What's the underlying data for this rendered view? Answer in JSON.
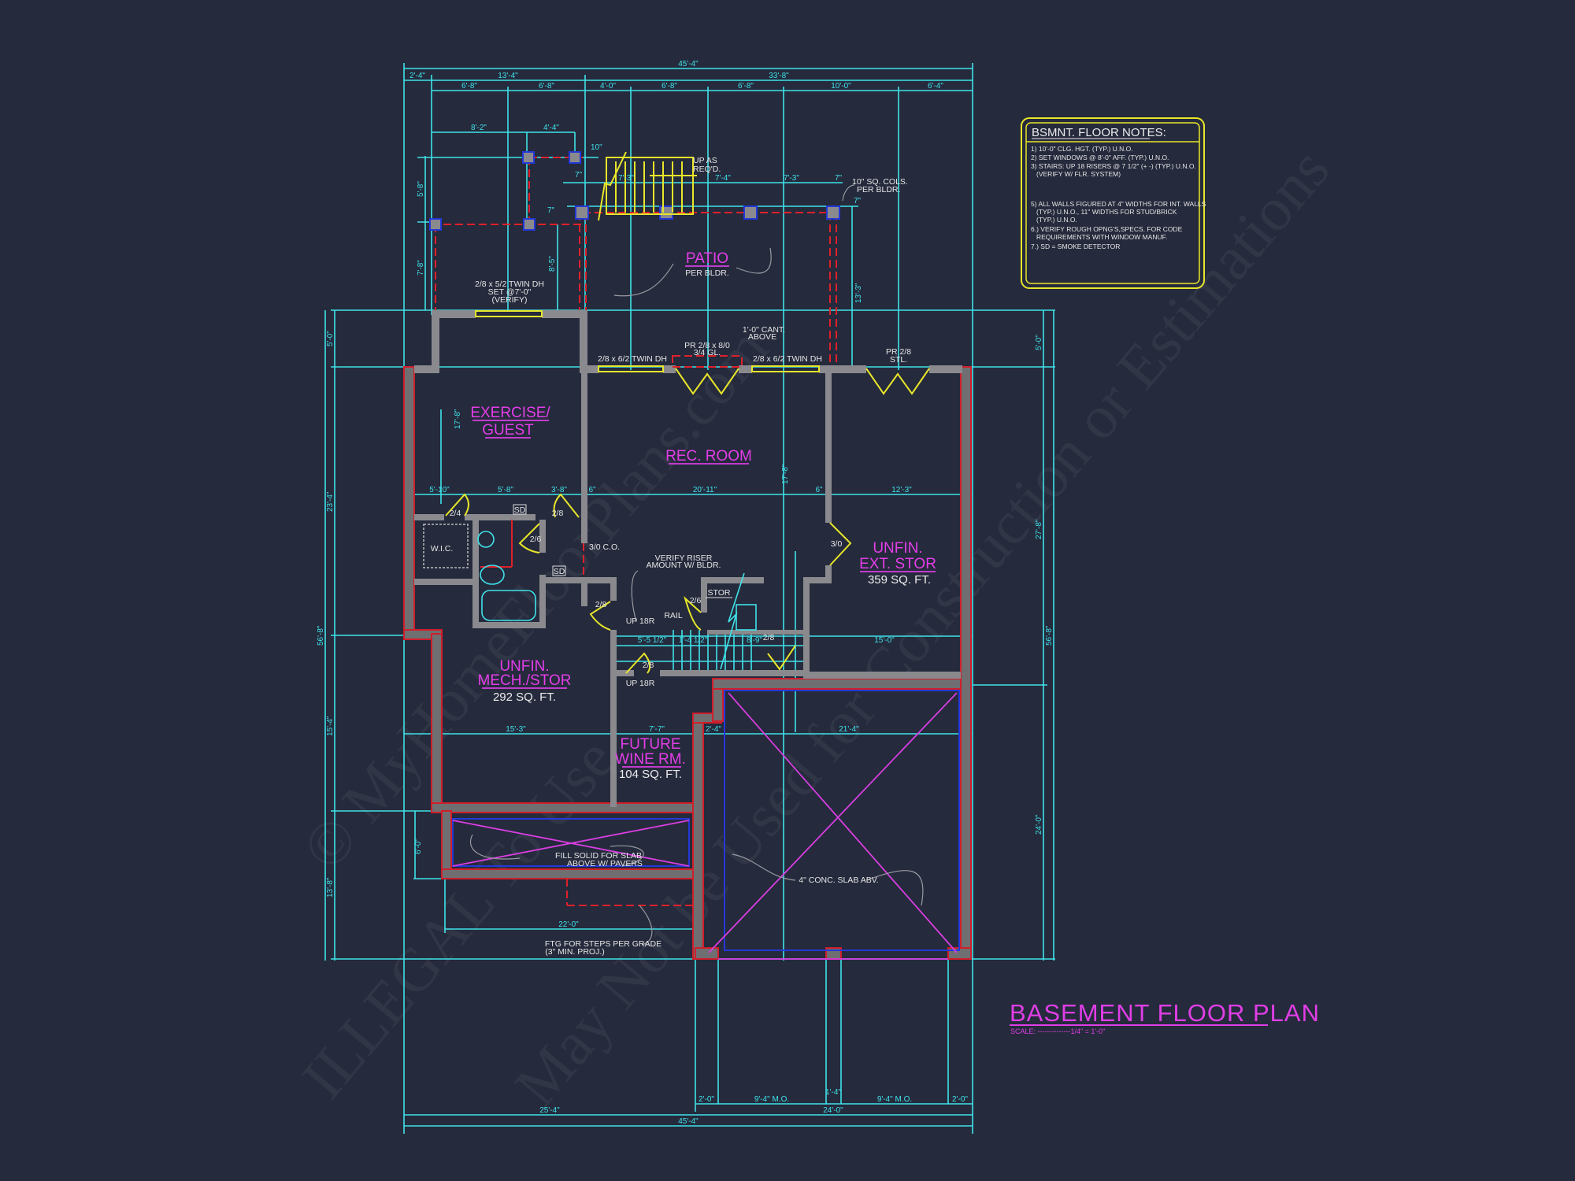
{
  "colors": {
    "background": "#252a3c",
    "dimension": "#3fe3ea",
    "room_label": "#e43ee8",
    "foundation_outline": "#d01e2a",
    "window_door": "#e8e62a",
    "notes_border": "#e8e62a"
  },
  "title": {
    "text": "BASEMENT FLOOR PLAN",
    "scale": "SCALE: --------------1/4\" = 1'-0\""
  },
  "notes": {
    "heading": "BSMNT. FLOOR NOTES:",
    "lines": [
      "1) 10'-0\"  CLG. HGT. (TYP.) U.N.O.",
      "2) SET WINDOWS @ 8'-0\" AFF. (TYP.) U.N.O.",
      "3) STAIRS: UP 18 RISERS @ 7 1/2\" (+ -) (TYP.) U.N.O.",
      "(VERIFY W/ FLR. SYSTEM)",
      "5) ALL WALLS FIGURED AT 4\" WIDTHS FOR INT. WALLS",
      "(TYP.) U.N.O., 11\" WIDTHS FOR STUD/BRICK",
      "(TYP.) U.N.O.",
      "6.) VERIFY ROUGH OPNG'S,SPECS. FOR CODE",
      "REQUIREMENTS WITH WINDOW MANUF.",
      "7.) SD = SMOKE DETECTOR"
    ]
  },
  "rooms": {
    "exercise": [
      "EXERCISE/",
      "GUEST"
    ],
    "rec": "REC. ROOM",
    "ext_stor": {
      "l1": "UNFIN.",
      "l2": "EXT. STOR",
      "area": "359 SQ. FT."
    },
    "mech": {
      "l1": "UNFIN.",
      "l2": "MECH./STOR",
      "area": "292 SQ. FT."
    },
    "wine": {
      "l1": "FUTURE",
      "l2": "WINE RM.",
      "area": "104 SQ. FT."
    },
    "patio": {
      "name": "PATIO",
      "sub": "PER BLDR."
    },
    "wic": "W.I.C.",
    "stor": "STOR"
  },
  "annotations": {
    "up_as_reqd": [
      "UP  AS",
      "REQ'D."
    ],
    "cols": [
      "10\" SQ. COLS.",
      "PER BLDR."
    ],
    "win_exercise": [
      "2/8 x 5/2 TWIN DH",
      "SET @7'-0\"",
      "(VERIFY)"
    ],
    "win_rec": "2/8 x 6/2 TWIN DH",
    "door_pr": [
      "PR 2/8 x 8/0",
      "3/4 GL."
    ],
    "cant": [
      "1'-0\" CANT.",
      "ABOVE"
    ],
    "door_stl": [
      "PR 2/8",
      "STL."
    ],
    "sd": "SD",
    "doors": {
      "d24": "2/4",
      "d28": "2/8",
      "d26": "2/6",
      "d30": "3/0",
      "co": "3/0 C.O."
    },
    "verify_riser": [
      "VERIFY RISER",
      "AMOUNT W/ BLDR."
    ],
    "up18r": "UP 18R",
    "rail": "RAIL",
    "fill": [
      "FILL SOLID FOR SLAB",
      "ABOVE W/ PAVERS"
    ],
    "slab": "4\" CONC. SLAB ABV.",
    "ftg": [
      "FTG FOR STEPS PER GRADE",
      "(3\" MIN. PROJ.)"
    ]
  },
  "dimensions": {
    "top_overall": "45'-4\"",
    "top_mid": [
      "2'-4\"",
      "13'-4\"",
      "33'-8\""
    ],
    "top_detail": [
      "6'-8\"",
      "6'-8\"",
      "4'-0\"",
      "6'-8\"",
      "6'-8\"",
      "10'-0\"",
      "6'-4\""
    ],
    "patio_cols": [
      "8'-2\"",
      "4'-4\""
    ],
    "patio_misc": {
      "d10": "10\"",
      "d7": "7\"",
      "d73": "7'-3\"",
      "d74": "7'-4\"",
      "d85": "8'-5\"",
      "d133": "13'-3\""
    },
    "row_mid": [
      "5'-10\"",
      "5'-8\"",
      "3'-8\"",
      "6\"",
      "20'-11\"",
      "6\"",
      "12'-3\""
    ],
    "row_stair": [
      "5'-5 1/2\"",
      "1'-4 1/2\"",
      "8'-9\"",
      "15'-0\""
    ],
    "row_low": [
      "15'-3\"",
      "7'-7\"",
      "2'-4\"",
      "21'-4\""
    ],
    "vert_17": "17'-8\"",
    "d22": "22'-0\"",
    "left_outer": "56'-8\"",
    "left": [
      "5'-0\"",
      "23'-4\"",
      "15'-4\"",
      "13'-8\""
    ],
    "left_inner": [
      "5'-8\"",
      "7'-8\"",
      "6'-0\""
    ],
    "right_outer": "56'-8\"",
    "right": [
      "5'-0\"",
      "27'-8\"",
      "24'-0\""
    ],
    "bottom_openings": [
      "2'-0\"",
      "9'-4\" M.O.",
      "1'-4\"",
      "9'-4\" M.O.",
      "2'-0\""
    ],
    "bottom_mid": [
      "25'-4\"",
      "24'-0\""
    ],
    "bottom_overall": "45'-4\""
  },
  "watermark": [
    "© MyHomeFloorPlans.com",
    "ILLEGAL To Use",
    "May Not be Used for Construction or Estimations"
  ]
}
